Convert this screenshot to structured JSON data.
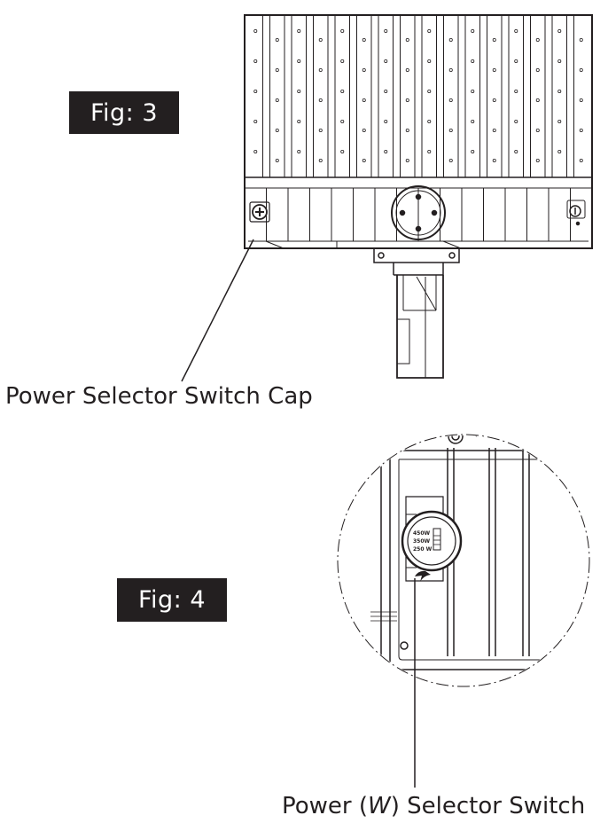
{
  "figure3": {
    "label": "Fig: 3",
    "callout": "Power Selector Switch Cap"
  },
  "figure4": {
    "label": "Fig: 4",
    "callout_prefix": "Power (",
    "callout_unit": "W",
    "callout_suffix": ") Selector Switch",
    "switch_settings": [
      "450W",
      "350W",
      "250 W"
    ]
  },
  "colors": {
    "ink": "#231f20",
    "label_bg": "#231f20",
    "label_text": "#ffffff"
  }
}
